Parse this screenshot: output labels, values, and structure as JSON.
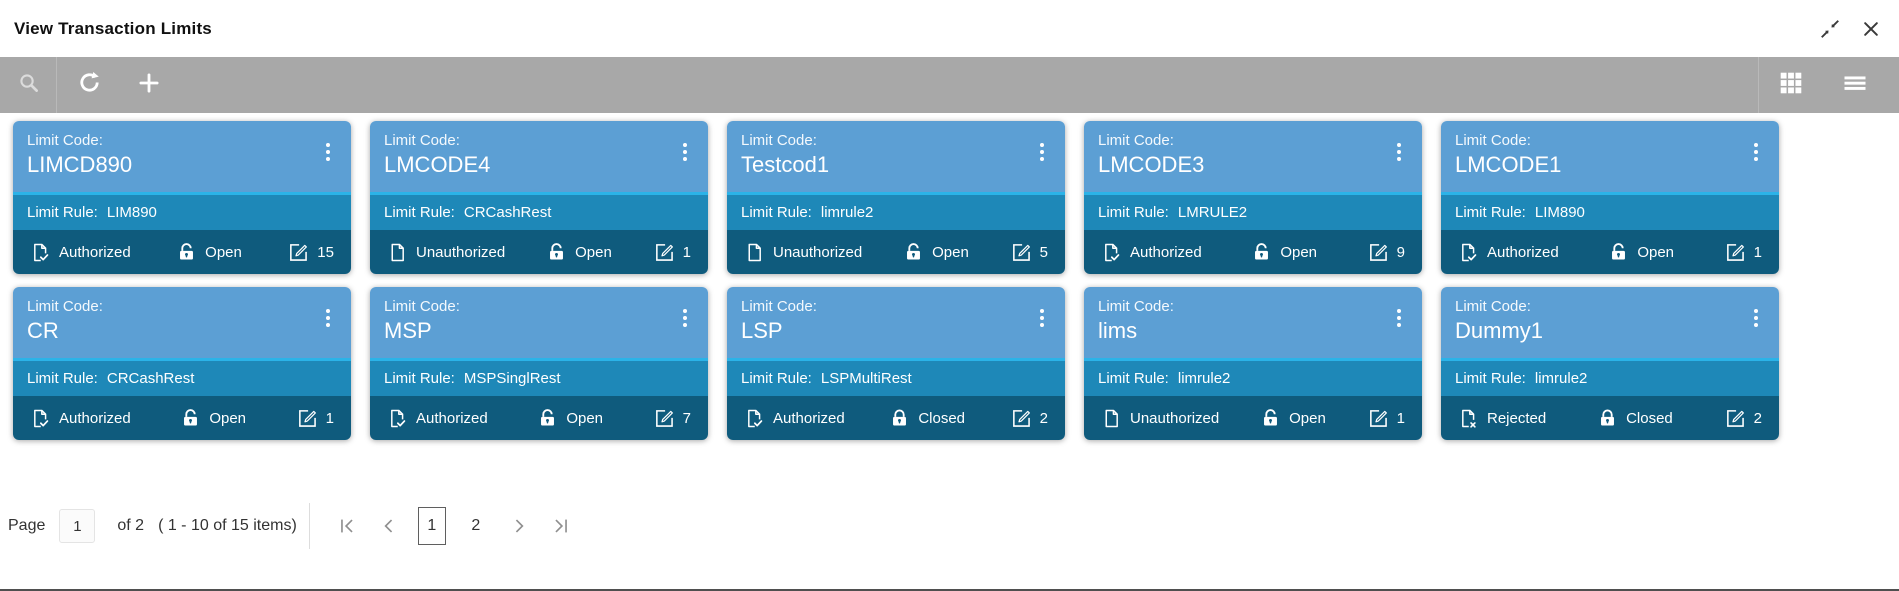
{
  "header": {
    "title": "View Transaction Limits"
  },
  "icons": {
    "collapse": "inward-diagonal-arrows",
    "close": "x-mark",
    "search": "magnifier",
    "refresh": "circular-arrow",
    "add": "plus",
    "grid_view": "3x3-grid",
    "list_view": "hamburger-lines",
    "card_menu": "kebab-dots",
    "authorized": "document-with-check",
    "unauthorized": "plain-document",
    "rejected": "document-with-x",
    "open": "open-padlock",
    "closed": "closed-padlock",
    "modifications": "pencil-square"
  },
  "colors": {
    "toolbar_bg": "#A8A8A8",
    "card_top_bg": "#5C9FD4",
    "card_divider": "#2BB3E8",
    "card_rule_bg": "#1E88B8",
    "card_status_bg": "#0F5B7D",
    "text_on_card": "#FFFFFF"
  },
  "card_labels": {
    "code": "Limit Code:",
    "rule": "Limit Rule:"
  },
  "cards": [
    {
      "code": "LIMCD890",
      "rule": "LIM890",
      "auth_status": "Authorized",
      "record_status": "Open",
      "mod_count": "15"
    },
    {
      "code": "LMCODE4",
      "rule": "CRCashRest",
      "auth_status": "Unauthorized",
      "record_status": "Open",
      "mod_count": "1"
    },
    {
      "code": "Testcod1",
      "rule": "limrule2",
      "auth_status": "Unauthorized",
      "record_status": "Open",
      "mod_count": "5"
    },
    {
      "code": "LMCODE3",
      "rule": "LMRULE2",
      "auth_status": "Authorized",
      "record_status": "Open",
      "mod_count": "9"
    },
    {
      "code": "LMCODE1",
      "rule": "LIM890",
      "auth_status": "Authorized",
      "record_status": "Open",
      "mod_count": "1"
    },
    {
      "code": "CR",
      "rule": "CRCashRest",
      "auth_status": "Authorized",
      "record_status": "Open",
      "mod_count": "1"
    },
    {
      "code": "MSP",
      "rule": "MSPSinglRest",
      "auth_status": "Authorized",
      "record_status": "Open",
      "mod_count": "7"
    },
    {
      "code": "LSP",
      "rule": "LSPMultiRest",
      "auth_status": "Authorized",
      "record_status": "Closed",
      "mod_count": "2"
    },
    {
      "code": "lims",
      "rule": "limrule2",
      "auth_status": "Unauthorized",
      "record_status": "Open",
      "mod_count": "1"
    },
    {
      "code": "Dummy1",
      "rule": "limrule2",
      "auth_status": "Rejected",
      "record_status": "Closed",
      "mod_count": "2"
    }
  ],
  "pagination": {
    "page_label": "Page",
    "page_value": "1",
    "of_text": "of 2",
    "items_text": "( 1 - 10 of 15 items)",
    "pages": [
      "1",
      "2"
    ],
    "current_page": "1"
  }
}
